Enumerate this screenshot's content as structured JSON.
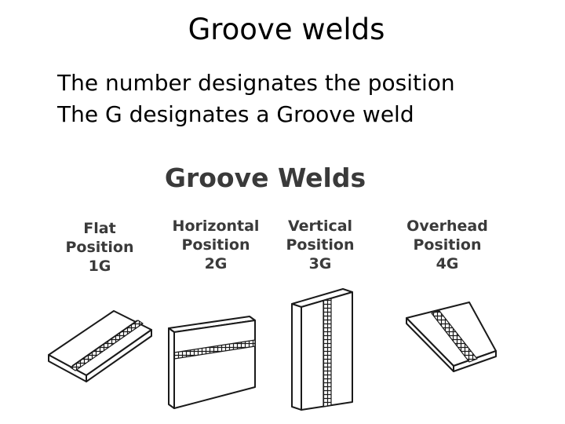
{
  "slide": {
    "title": "Groove welds",
    "bullets": [
      "The number designates the position",
      "The G designates a Groove weld"
    ]
  },
  "figure": {
    "title": "Groove Welds",
    "positions": [
      {
        "line1": "Flat",
        "line2": "Position",
        "code": "1G"
      },
      {
        "line1": "Horizontal",
        "line2": "Position",
        "code": "2G"
      },
      {
        "line1": "Vertical",
        "line2": "Position",
        "code": "3G"
      },
      {
        "line1": "Overhead",
        "line2": "Position",
        "code": "4G"
      }
    ]
  },
  "colors": {
    "ink": "#1a1a1a",
    "label": "#3a3a3a"
  }
}
